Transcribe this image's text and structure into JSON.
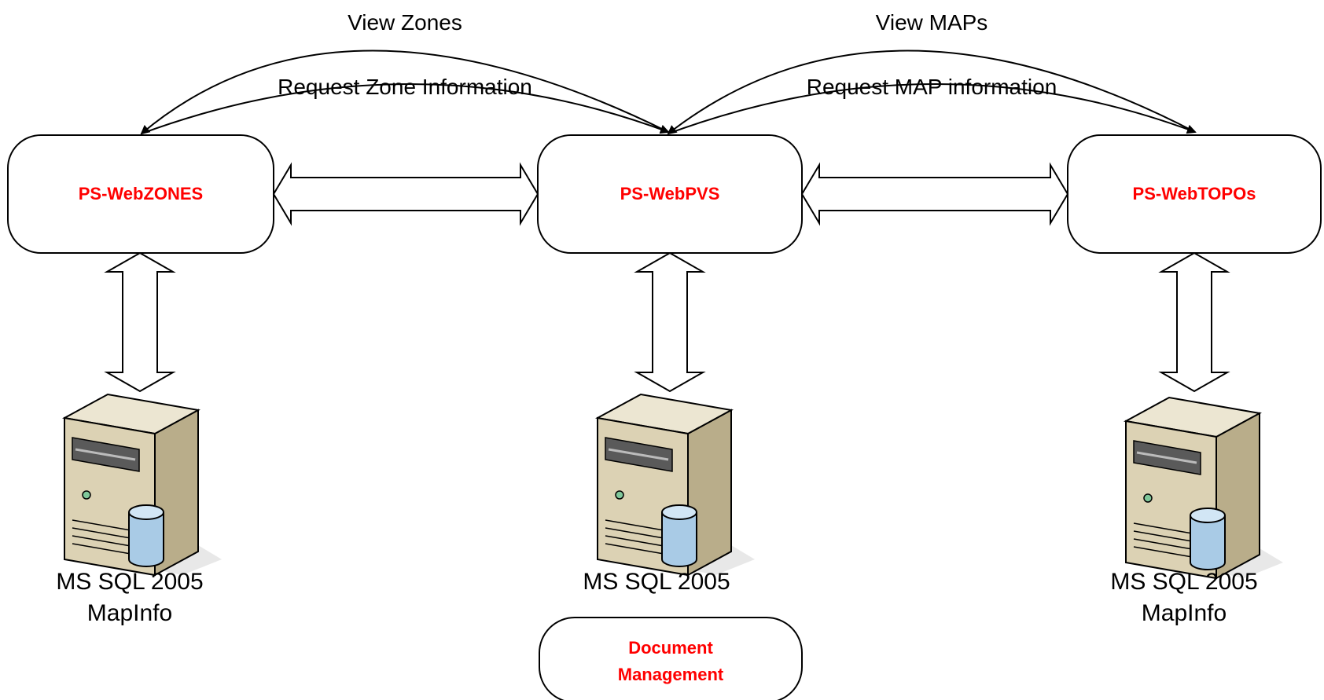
{
  "colors": {
    "node_label": "#ff0000",
    "outline": "#000000",
    "server_body": "#dcd2b4",
    "server_side": "#b9ad8a",
    "database": "#a9cbe6"
  },
  "nodes": {
    "zones": "PS-WebZONES",
    "pvs": "PS-WebPVS",
    "topos": "PS-WebTOPOs",
    "docmgmt_line1": "Document",
    "docmgmt_line2": "Management"
  },
  "edges": {
    "view_zones": "View Zones",
    "request_zone_info": "Request Zone Information",
    "view_maps": "View MAPs",
    "request_map_info": "Request MAP information"
  },
  "servers": {
    "left_line1": "MS SQL 2005",
    "left_line2": "MapInfo",
    "center_line1": "MS SQL 2005",
    "right_line1": "MS SQL 2005",
    "right_line2": "MapInfo"
  }
}
